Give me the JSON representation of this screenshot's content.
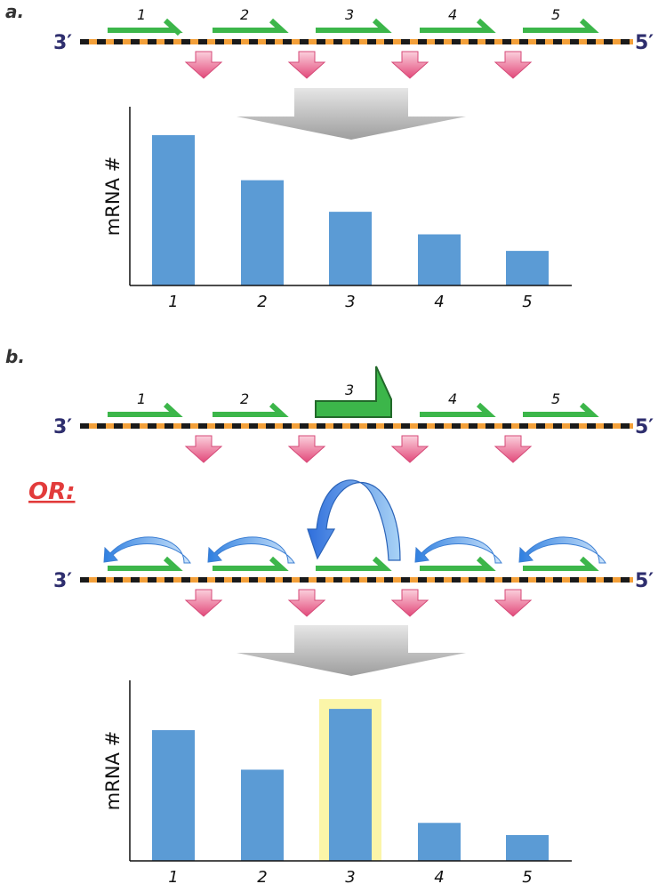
{
  "panel_a_label": "a.",
  "panel_b_label": "b.",
  "or_label": "OR:",
  "strand_left": "3′",
  "strand_right": "5′",
  "genes": [
    "1",
    "2",
    "3",
    "4",
    "5"
  ],
  "colors": {
    "bar": "#5b9bd5",
    "gene": "#3cb64a",
    "highlight": "#fbf5a8",
    "strand_dark": "#1a1a1a",
    "strand_light": "#f3a03a",
    "pink_arrow": "#e95f89",
    "blue_arc": "#4f93dc",
    "big_arrow": "#b3b3b3"
  },
  "chart_data": [
    {
      "type": "bar",
      "categories": [
        "1",
        "2",
        "3",
        "4",
        "5"
      ],
      "values": [
        1.0,
        0.7,
        0.49,
        0.34,
        0.23
      ],
      "ylabel": "mRNA #",
      "ylim": [
        0,
        1.1
      ]
    },
    {
      "type": "bar",
      "categories": [
        "1",
        "2",
        "3",
        "4",
        "5"
      ],
      "values": [
        0.86,
        0.6,
        1.0,
        0.25,
        0.17
      ],
      "ylabel": "mRNA #",
      "ylim": [
        0,
        1.1
      ],
      "highlighted_category": "3"
    }
  ]
}
